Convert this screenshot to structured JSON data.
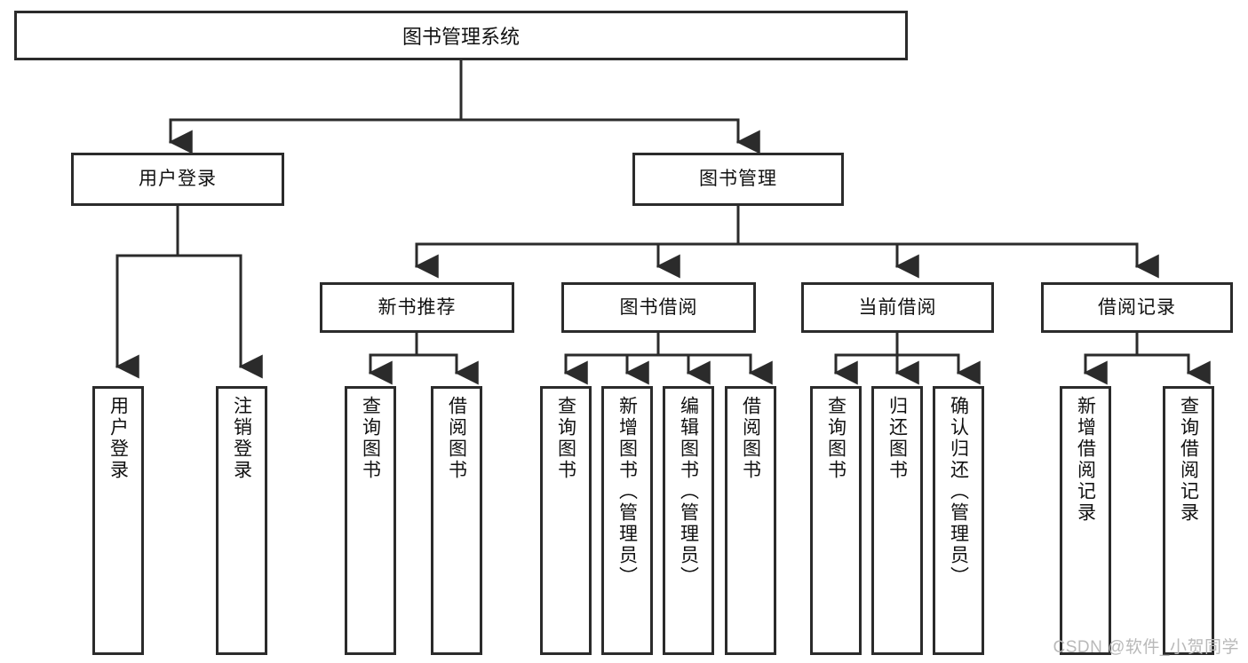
{
  "diagram": {
    "type": "tree-hierarchy",
    "title": "图书管理系统",
    "root": {
      "id": "root",
      "label": "图书管理系统",
      "level": 0
    },
    "level2": [
      {
        "id": "user-login",
        "label": "用户登录"
      },
      {
        "id": "book-management",
        "label": "图书管理"
      }
    ],
    "level3": [
      {
        "id": "new-book-recommend",
        "label": "新书推荐",
        "parent": "book-management"
      },
      {
        "id": "book-borrow",
        "label": "图书借阅",
        "parent": "book-management"
      },
      {
        "id": "current-borrow",
        "label": "当前借阅",
        "parent": "book-management"
      },
      {
        "id": "borrow-record",
        "label": "借阅记录",
        "parent": "book-management"
      }
    ],
    "leaves": {
      "user-login": [
        {
          "id": "leaf-user-login",
          "label": "用户登录"
        },
        {
          "id": "leaf-user-logout",
          "label": "注销登录"
        }
      ],
      "new-book-recommend": [
        {
          "id": "leaf-query-book-1",
          "label": "查询图书"
        },
        {
          "id": "leaf-borrow-book-1",
          "label": "借阅图书"
        }
      ],
      "book-borrow": [
        {
          "id": "leaf-query-book-2",
          "label": "查询图书"
        },
        {
          "id": "leaf-add-book",
          "label": "新增图书（管理员）"
        },
        {
          "id": "leaf-edit-book",
          "label": "编辑图书（管理员）"
        },
        {
          "id": "leaf-borrow-book-2",
          "label": "借阅图书"
        }
      ],
      "current-borrow": [
        {
          "id": "leaf-query-book-3",
          "label": "查询图书"
        },
        {
          "id": "leaf-return-book",
          "label": "归还图书"
        },
        {
          "id": "leaf-confirm-return",
          "label": "确认归还（管理员）"
        }
      ],
      "borrow-record": [
        {
          "id": "leaf-add-record",
          "label": "新增借阅记录"
        },
        {
          "id": "leaf-query-record",
          "label": "查询借阅记录"
        }
      ]
    },
    "colors": {
      "border": "#2b2b2b",
      "fill": "#ffffff",
      "text": "#111111",
      "connector": "#2b2b2b",
      "watermark": "#b9b9b9"
    }
  },
  "watermark": {
    "text": "CSDN @软件_小贺同学"
  }
}
